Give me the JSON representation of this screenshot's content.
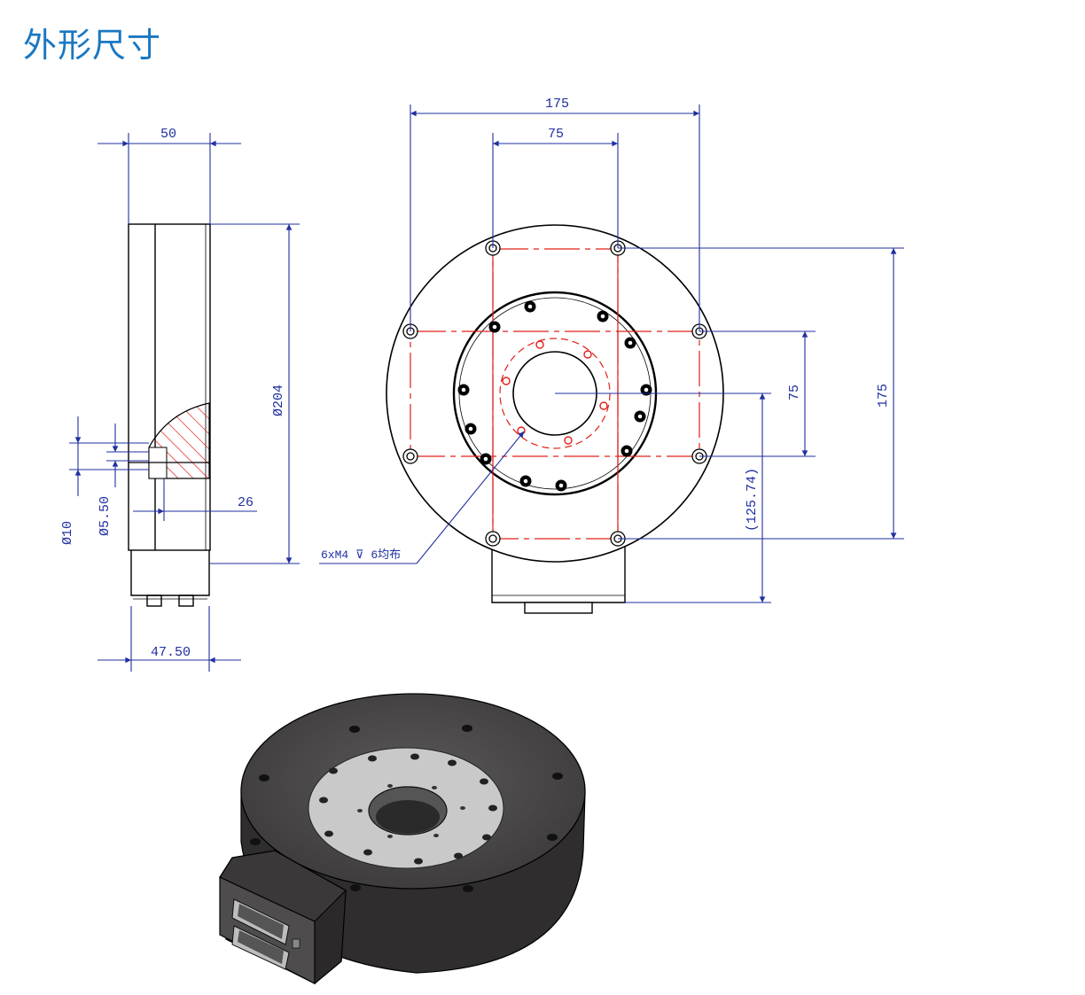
{
  "page": {
    "title": "外形尺寸",
    "title_color": "#1a78c2"
  },
  "colors": {
    "outline": "#000000",
    "dimension": "#1f2fa0",
    "centerline": "#e0201a",
    "body_dark": "#4a4848",
    "face_light": "#c8c8c8"
  },
  "side_view": {
    "dim_width_top": "50",
    "dim_width_bottom": "47.50",
    "dim_diameter": "Ø204",
    "dim_hole_outer": "Ø10",
    "dim_hole_inner": "Ø5.50",
    "dim_offset": "26"
  },
  "front_view": {
    "dim_span_outer": "175",
    "dim_span_inner": "75",
    "dim_vertical_outer": "175",
    "dim_vertical_inner": "75",
    "dim_center_to_bottom": "(125.74)",
    "hole_callout": "6xM4 ⊽ 6均布"
  },
  "iso_view": {
    "icon": "motor-3d-render"
  }
}
